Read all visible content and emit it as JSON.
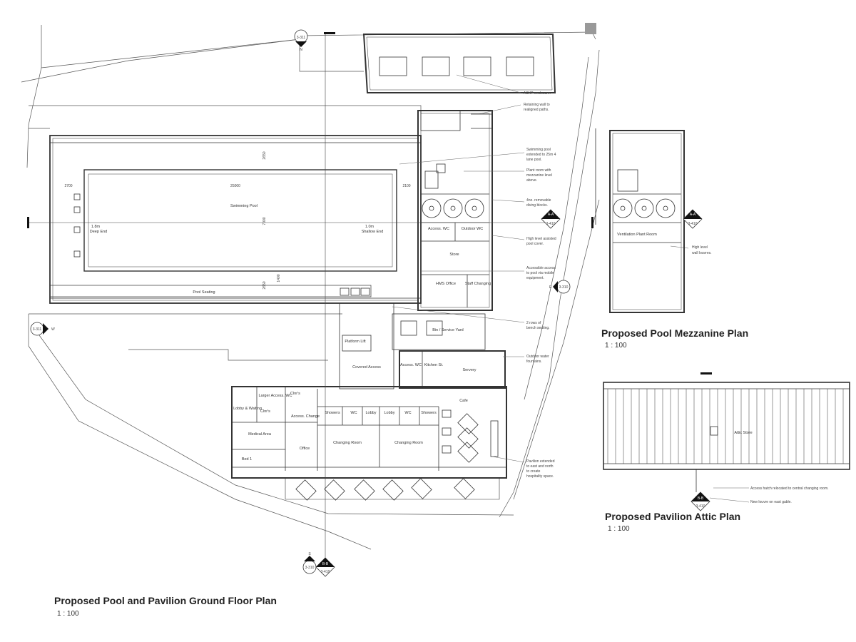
{
  "titles": {
    "ground": "Proposed Pool and Pavilion Ground Floor Plan",
    "ground_scale": "1 : 100",
    "mezzanine": "Proposed Pool Mezzanine Plan",
    "mezzanine_scale": "1 : 100",
    "attic": "Proposed Pavilion Attic Plan",
    "attic_scale": "1 : 100"
  },
  "pool": {
    "name": "Swimming Pool",
    "deep_depth": "1.8m",
    "deep_label": "Deep End",
    "shallow_depth": "1.0m",
    "shallow_label": "Shallow End",
    "seating": "Pool Seating",
    "dim_length": "25000",
    "dim_left": "2700",
    "dim_right": "2100",
    "dim_top": "2650",
    "dim_width": "7000",
    "dim_bottom1": "1400",
    "dim_bottom2": "2650"
  },
  "plant_rooms": {
    "access_wc": "Access. WC",
    "outdoor_wc": "Outdoor WC",
    "store": "Store",
    "hms_office": "HMS Office",
    "staff_changing": "Staff Changing"
  },
  "yard": {
    "bin_yard": "Bin / Service Yard",
    "platform_lift": "Platform Lift",
    "covered_access": "Covered Access"
  },
  "pavilion": {
    "access_wc_top": "Access. WC",
    "kitchen_st": "Kitchen St.",
    "servery": "Servery",
    "cafe": "Cafe",
    "larger_access_wc": "Larger Access. WC",
    "clnrs_1": "Clnr's",
    "clnrs_2": "Clnr's",
    "lobby_waiting": "Lobby & Waiting",
    "access_change": "Access. Change",
    "showers_left": "Showers",
    "wc_left": "WC",
    "lobby_left": "Lobby",
    "lobby_right": "Lobby",
    "wc_right": "WC",
    "showers_right": "Showers",
    "medical_area": "Medical Area",
    "office": "Office",
    "changing_left": "Changing Room",
    "changing_right": "Changing Room",
    "bed": "Bed 1"
  },
  "annotations": {
    "a1": "ASHP enclosure.",
    "a2a": "Retaining wall to",
    "a2b": "realigned paths.",
    "a3a": "Swimming pool",
    "a3b": "extended to 25m 4",
    "a3c": "lane pool.",
    "a4a": "Plant room with",
    "a4b": "mezzanine level",
    "a4c": "above.",
    "a5a": "4no. removable",
    "a5b": "diving blocks.",
    "a6a": "High level assisted",
    "a6b": "pool cover.",
    "a7a": "Accessible access",
    "a7b": "to pool via mobile",
    "a7c": "equipment.",
    "a8a": "2 rows of",
    "a8b": "bench seating.",
    "a9a": "Outdoor water",
    "a9b": "fountains.",
    "a10a": "Pavilion extended",
    "a10b": "to east and north",
    "a10c": "to create",
    "a10d": "hospitality space."
  },
  "markers": {
    "top_sheet": "3-311",
    "top_dir": "N",
    "left_sheet": "3-311",
    "left_dir": "W",
    "right_sheet": "3-310",
    "right_dir": "E",
    "bottom_sheet": "3-310",
    "bottom_dir": "S",
    "aa_label": "A-A",
    "aa_sheet": "3-410",
    "aa2_label": "A-A",
    "aa2_sheet": "3-410",
    "bb_label": "B-B",
    "bb_sheet": "3-410",
    "bb2_label": "B-B",
    "bb2_sheet": "3-410"
  },
  "mezzanine": {
    "room": "Ventilation Plant Room",
    "note_a": "High level",
    "note_b": "wall louvres."
  },
  "attic": {
    "room": "Attic Store",
    "note1": "Access hatch relocated to central changing room.",
    "note2": "New louvre on east gable."
  }
}
